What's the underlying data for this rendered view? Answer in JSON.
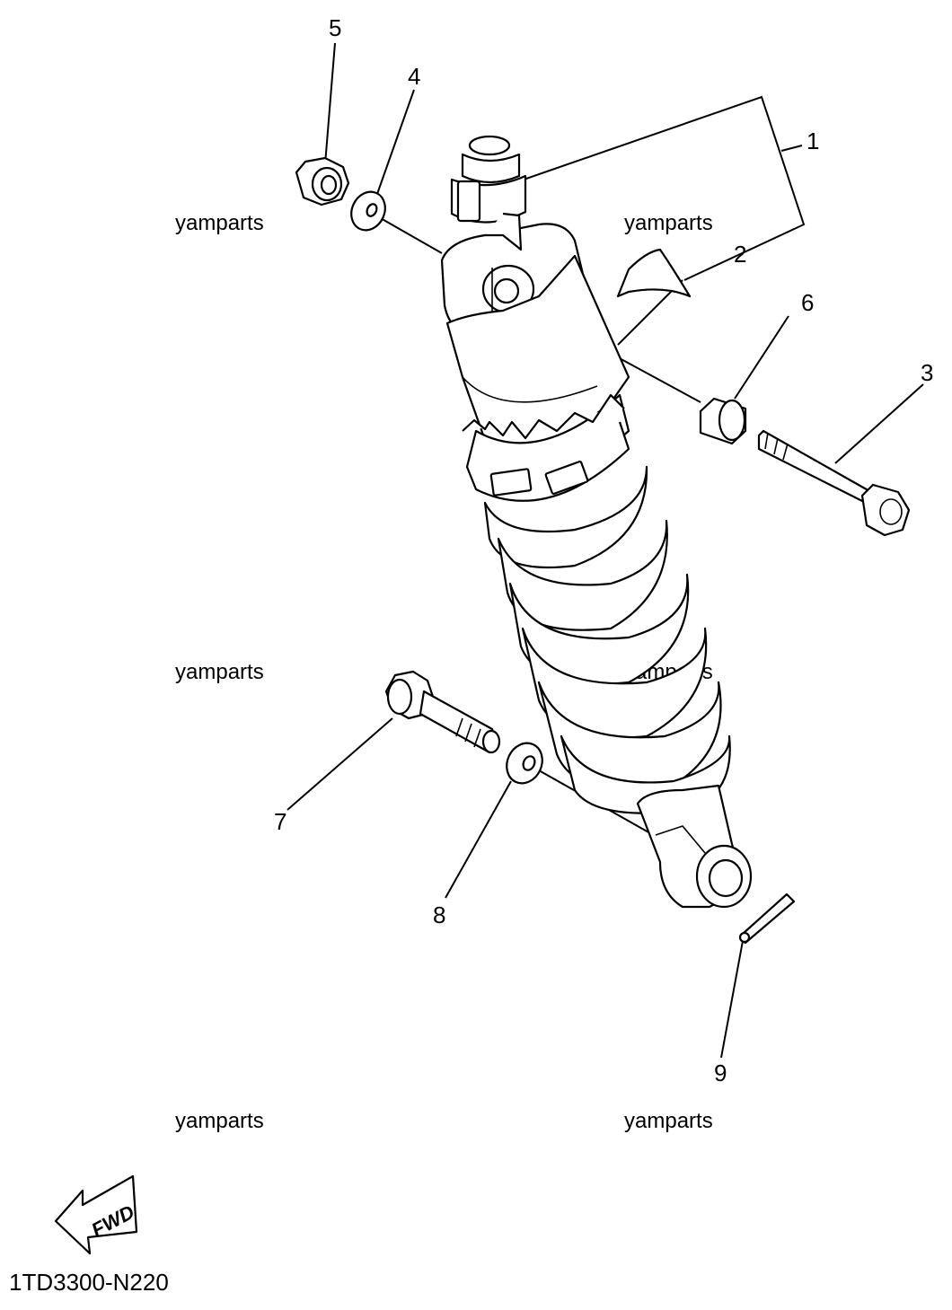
{
  "diagram_code": "1TD3300-N220",
  "direction_indicator": "FWD",
  "watermark_text": "yamparts",
  "callouts": {
    "c1": "1",
    "c2": "2",
    "c3": "3",
    "c4": "4",
    "c5": "5",
    "c6": "6",
    "c7": "7",
    "c8": "8",
    "c9": "9"
  }
}
